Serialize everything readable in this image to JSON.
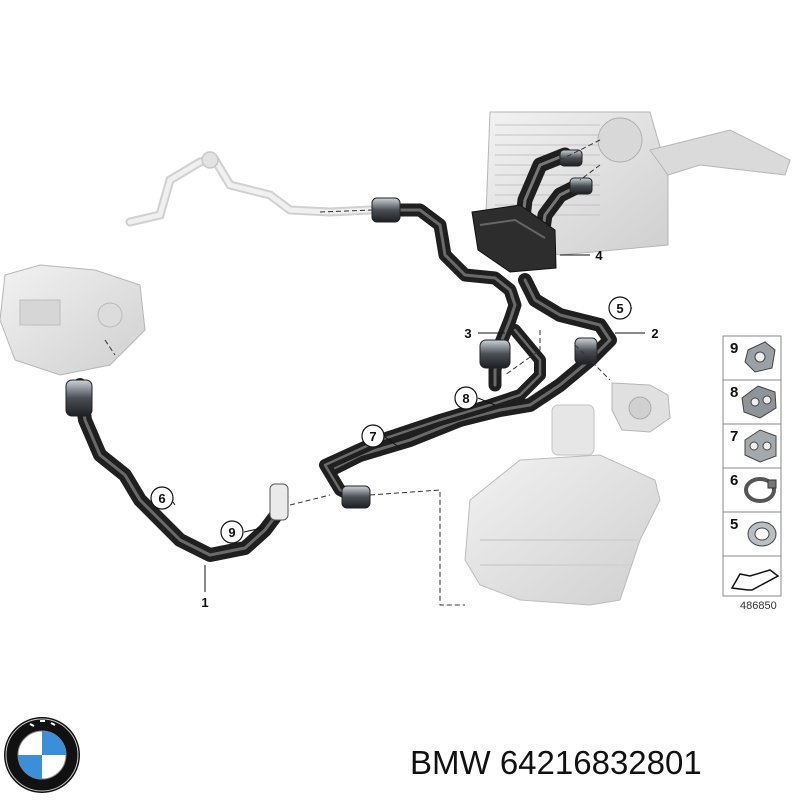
{
  "diagram": {
    "callouts": {
      "c1": "1",
      "c2": "2",
      "c3": "3",
      "c4": "4",
      "c5": "5",
      "c6": "6",
      "c7": "7",
      "c8": "8",
      "c9": "9"
    },
    "legend": {
      "items": [
        "9",
        "8",
        "7",
        "6",
        "5"
      ],
      "catalog_number": "486850"
    }
  },
  "caption": {
    "brand": "BMW",
    "part_number": "64216832801"
  },
  "colors": {
    "hose": "#2b2b2b",
    "ghost_part": "#e3e3e3",
    "outline": "#9a9a9a",
    "logo_blue": "#3b8fd8"
  }
}
